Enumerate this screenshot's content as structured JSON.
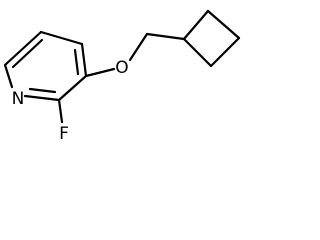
{
  "molecule": {
    "atoms": {
      "nitrogen": "N",
      "fluorine": "F",
      "oxygen": "O"
    },
    "colors": {
      "bond": "#000000",
      "label": "#000000",
      "background": "#ffffff"
    }
  }
}
